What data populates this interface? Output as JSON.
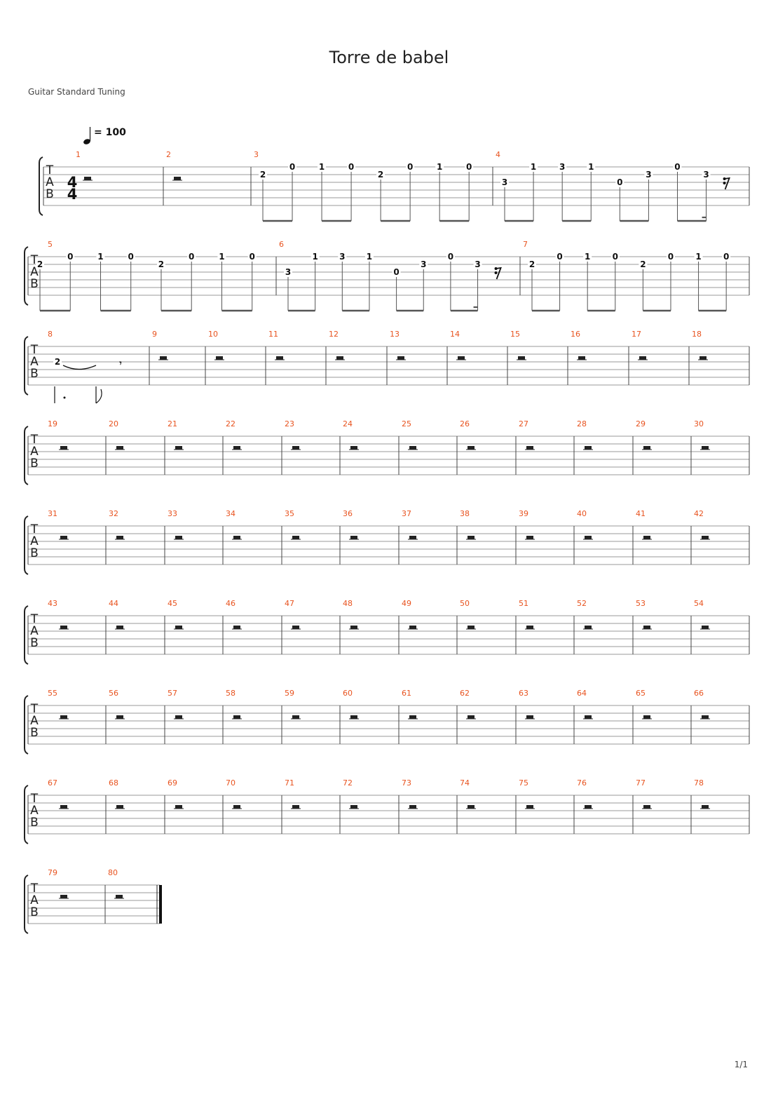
{
  "title": "Torre de babel",
  "tuning": "Guitar Standard Tuning",
  "page_number": "1/1",
  "tempo": {
    "value": "= 100"
  },
  "time_signature": {
    "top": "4",
    "bottom": "4"
  },
  "tab_letters": [
    "T",
    "A",
    "B"
  ],
  "systems": [
    {
      "measures": [
        1,
        2,
        3,
        4
      ]
    },
    {
      "measures": [
        5,
        6,
        7
      ]
    },
    {
      "measures": [
        8,
        9,
        10,
        11,
        12,
        13,
        14,
        15,
        16,
        17,
        18
      ]
    },
    {
      "measures": [
        19,
        20,
        21,
        22,
        23,
        24,
        25,
        26,
        27,
        28,
        29,
        30
      ]
    },
    {
      "measures": [
        31,
        32,
        33,
        34,
        35,
        36,
        37,
        38,
        39,
        40,
        41,
        42
      ]
    },
    {
      "measures": [
        43,
        44,
        45,
        46,
        47,
        48,
        49,
        50,
        51,
        52,
        53,
        54
      ]
    },
    {
      "measures": [
        55,
        56,
        57,
        58,
        59,
        60,
        61,
        62,
        63,
        64,
        65,
        66
      ]
    },
    {
      "measures": [
        67,
        68,
        69,
        70,
        71,
        72,
        73,
        74,
        75,
        76,
        77,
        78
      ]
    },
    {
      "measures": [
        79,
        80
      ]
    }
  ],
  "measure_notes": {
    "3": [
      {
        "string": 2,
        "fret": "2"
      },
      {
        "string": 1,
        "fret": "0"
      },
      {
        "string": 1,
        "fret": "1"
      },
      {
        "string": 1,
        "fret": "0"
      },
      {
        "string": 2,
        "fret": "2"
      },
      {
        "string": 1,
        "fret": "0"
      },
      {
        "string": 1,
        "fret": "1"
      },
      {
        "string": 1,
        "fret": "0"
      }
    ],
    "4": [
      {
        "string": 3,
        "fret": "3"
      },
      {
        "string": 1,
        "fret": "1"
      },
      {
        "string": 1,
        "fret": "3"
      },
      {
        "string": 1,
        "fret": "1"
      },
      {
        "string": 3,
        "fret": "0"
      },
      {
        "string": 2,
        "fret": "3"
      },
      {
        "string": 1,
        "fret": "0"
      },
      {
        "string": 2,
        "fret": "3"
      }
    ],
    "5": [
      {
        "string": 2,
        "fret": "2"
      },
      {
        "string": 1,
        "fret": "0"
      },
      {
        "string": 1,
        "fret": "1"
      },
      {
        "string": 1,
        "fret": "0"
      },
      {
        "string": 2,
        "fret": "2"
      },
      {
        "string": 1,
        "fret": "0"
      },
      {
        "string": 1,
        "fret": "1"
      },
      {
        "string": 1,
        "fret": "0"
      }
    ],
    "6": [
      {
        "string": 3,
        "fret": "3"
      },
      {
        "string": 1,
        "fret": "1"
      },
      {
        "string": 1,
        "fret": "3"
      },
      {
        "string": 1,
        "fret": "1"
      },
      {
        "string": 3,
        "fret": "0"
      },
      {
        "string": 2,
        "fret": "3"
      },
      {
        "string": 1,
        "fret": "0"
      },
      {
        "string": 2,
        "fret": "3"
      }
    ],
    "7": [
      {
        "string": 2,
        "fret": "2"
      },
      {
        "string": 1,
        "fret": "0"
      },
      {
        "string": 1,
        "fret": "1"
      },
      {
        "string": 1,
        "fret": "0"
      },
      {
        "string": 2,
        "fret": "2"
      },
      {
        "string": 1,
        "fret": "0"
      },
      {
        "string": 1,
        "fret": "1"
      },
      {
        "string": 1,
        "fret": "0"
      }
    ],
    "8": [
      {
        "string": 2,
        "fret": "2"
      }
    ]
  }
}
